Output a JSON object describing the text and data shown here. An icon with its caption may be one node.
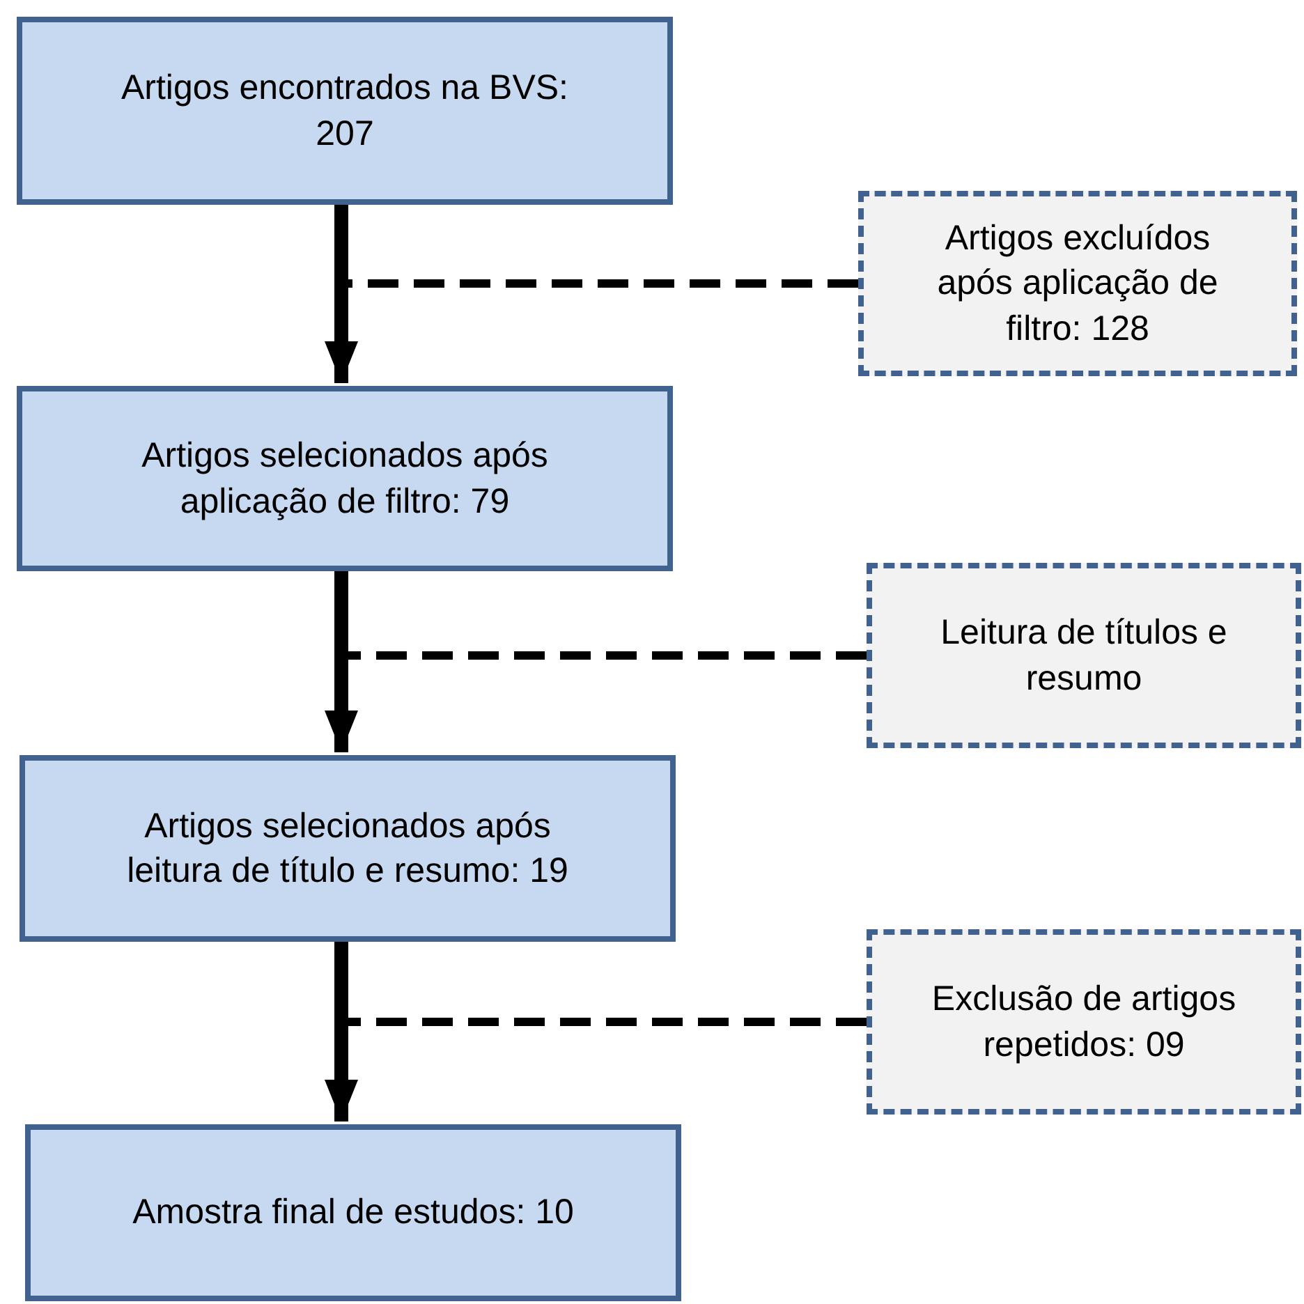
{
  "diagram": {
    "nodes": [
      {
        "text": [
          "Artigos encontrados na BVS: 207"
        ]
      },
      {
        "text": [
          "Artigos excluídos após aplicação de filtro: 128"
        ]
      },
      {
        "text": [
          "Artigos selecionados após aplicação de filtro: 79"
        ]
      },
      {
        "text": [
          "Leitura de títulos e resumo"
        ]
      },
      {
        "text": [
          "Artigos selecionados após leitura de título e resumo: 19"
        ]
      },
      {
        "text": [
          "Exclusão de artigos repetidos: 09"
        ]
      },
      {
        "text": [
          "Amostra final de estudos: 10"
        ]
      }
    ],
    "edges": [
      {
        "from": 0,
        "to": 2,
        "arrow": "to"
      },
      {
        "from": 1,
        "to": null,
        "arrow": "none",
        "style": "dashed"
      },
      {
        "from": 2,
        "to": 4,
        "arrow": "to"
      },
      {
        "from": 3,
        "to": null,
        "arrow": "none",
        "style": "dashed"
      },
      {
        "from": 4,
        "to": 6,
        "arrow": "to"
      },
      {
        "from": 5,
        "to": null,
        "arrow": "none",
        "style": "dashed"
      }
    ]
  }
}
